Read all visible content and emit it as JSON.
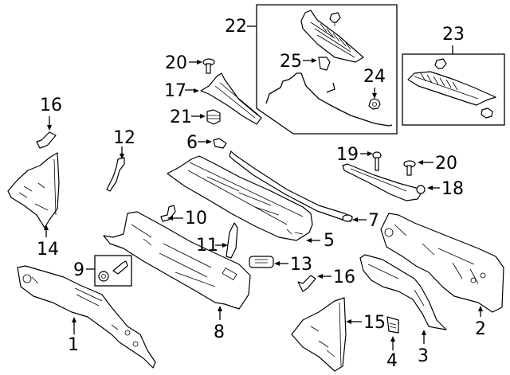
{
  "diagram": {
    "description": "Exploded parts diagram of cowl / dash panel assembly with numbered callouts",
    "callouts": [
      {
        "id": "c1",
        "label": "1"
      },
      {
        "id": "c2",
        "label": "2"
      },
      {
        "id": "c3",
        "label": "3"
      },
      {
        "id": "c4",
        "label": "4"
      },
      {
        "id": "c5",
        "label": "5"
      },
      {
        "id": "c6",
        "label": "6"
      },
      {
        "id": "c7",
        "label": "7"
      },
      {
        "id": "c8",
        "label": "8"
      },
      {
        "id": "c9",
        "label": "9"
      },
      {
        "id": "c10",
        "label": "10"
      },
      {
        "id": "c11",
        "label": "11"
      },
      {
        "id": "c12",
        "label": "12"
      },
      {
        "id": "c13",
        "label": "13"
      },
      {
        "id": "c14",
        "label": "14"
      },
      {
        "id": "c15",
        "label": "15"
      },
      {
        "id": "c16a",
        "label": "16"
      },
      {
        "id": "c16b",
        "label": "16"
      },
      {
        "id": "c17",
        "label": "17"
      },
      {
        "id": "c18",
        "label": "18"
      },
      {
        "id": "c19",
        "label": "19"
      },
      {
        "id": "c20a",
        "label": "20"
      },
      {
        "id": "c20b",
        "label": "20"
      },
      {
        "id": "c21",
        "label": "21"
      },
      {
        "id": "c22",
        "label": "22"
      },
      {
        "id": "c23",
        "label": "23"
      },
      {
        "id": "c24",
        "label": "24"
      },
      {
        "id": "c25",
        "label": "25"
      }
    ],
    "groups": [
      {
        "id": "g22",
        "callout": "22",
        "contains": [
          "25",
          "24"
        ]
      },
      {
        "id": "g23",
        "callout": "23",
        "contains": []
      },
      {
        "id": "g9",
        "callout": "9",
        "contains": []
      }
    ]
  }
}
